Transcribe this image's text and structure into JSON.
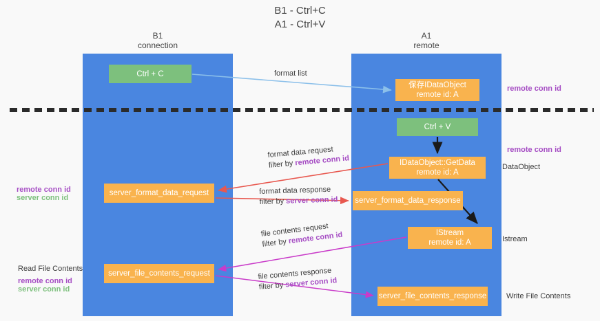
{
  "title": {
    "line1": "B1 - Ctrl+C",
    "line2": "A1 - Ctrl+V"
  },
  "columns": [
    {
      "name": "B1",
      "sub": "connection"
    },
    {
      "name": "A1",
      "sub": "remote"
    }
  ],
  "nodes": {
    "ctrl_c": {
      "label": "Ctrl + C",
      "color": "#7dc07d"
    },
    "save_dataobject": {
      "line1": "保存IDataObject",
      "line2": "remote id: A",
      "color": "#f9b34e"
    },
    "ctrl_v": {
      "label": "Ctrl + V",
      "color": "#7dc07d"
    },
    "getdata": {
      "line1": "IDataObject::GetData",
      "line2": "remote id: A",
      "color": "#f9b34e"
    },
    "server_format_data_request": {
      "label": "server_format_data_request",
      "color": "#f9b34e"
    },
    "server_format_data_response": {
      "label": "server_format_data_response",
      "color": "#f9b34e"
    },
    "istream": {
      "line1": "IStream",
      "line2": "remote id: A",
      "color": "#f9b34e"
    },
    "server_file_contents_request": {
      "label": "server_file_contents_request",
      "color": "#f9b34e"
    },
    "server_file_contents_response": {
      "label": "server_file_contents_response",
      "color": "#f9b34e"
    }
  },
  "edges": {
    "format_list": {
      "line1": "format list"
    },
    "format_data_request": {
      "line1": "format data request",
      "line2_prefix": "filter by ",
      "line2_hl": "remote conn id"
    },
    "format_data_response": {
      "line1": "format data response",
      "line2_prefix": "filter by ",
      "line2_hl": "server conn id"
    },
    "file_contents_request": {
      "line1": "file contents request",
      "line2_prefix": "filter by ",
      "line2_hl": "remote conn id"
    },
    "file_contents_response": {
      "line1": "file contents response",
      "line2_prefix": "filter by ",
      "line2_hl": "server conn id"
    }
  },
  "annotations": {
    "right_remote_conn_id_top": "remote conn id",
    "right_remote_conn_id_mid": "remote conn id",
    "right_dataobject": "DataObject",
    "right_istream": "Istream",
    "right_write_file_contents": "Write File Contents",
    "left_remote_conn_id_1": "remote conn id",
    "left_server_conn_id_1": "server conn id",
    "left_read_file_contents": "Read File Contents",
    "left_remote_conn_id_2": "remote conn id",
    "left_server_conn_id_2": "server conn id"
  },
  "colors": {
    "lane": "#4a86e0",
    "green": "#7dc07d",
    "orange": "#f9b34e",
    "purple": "#a64ec4",
    "red_arrow": "#e8584f",
    "magenta_arrow": "#c93bc9",
    "light_blue_arrow": "#8cc0ea",
    "black_arrow": "#1a1a1a",
    "background": "#f9f9f9"
  }
}
